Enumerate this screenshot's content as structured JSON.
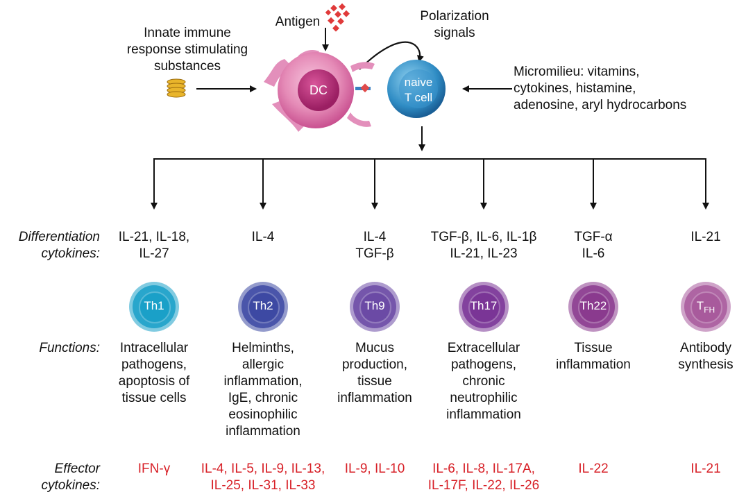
{
  "top": {
    "antigen": "Antigen",
    "polarization": [
      "Polarization",
      "signals"
    ],
    "innate": [
      "Innate immune",
      "response stimulating",
      "substances"
    ],
    "micro": [
      "Micromilieu: vitamins,",
      "cytokines, histamine,",
      "adenosine, aryl hydrocarbons"
    ],
    "dc": "DC",
    "naive": [
      "naive",
      "T cell"
    ]
  },
  "row_labels": {
    "diff": [
      "Differentiation",
      "cytokines:"
    ],
    "functions": "Functions:",
    "effector": [
      "Effector",
      "cytokines:"
    ]
  },
  "subsets": [
    {
      "name": "Th1",
      "color": "#1aa0c8",
      "diff": [
        "IL-21, IL-18,",
        "IL-27"
      ],
      "func": [
        "Intracellular",
        "pathogens,",
        "apoptosis of",
        "tissue cells"
      ],
      "eff": [
        "IFN-γ"
      ]
    },
    {
      "name": "Th2",
      "color": "#3d49a3",
      "diff": [
        "IL-4"
      ],
      "func": [
        "Helminths,",
        "allergic",
        "inflammation,",
        "IgE, chronic",
        "eosinophilic",
        "inflammation"
      ],
      "eff": [
        "IL-4, IL-5, IL-9, IL-13,",
        "IL-25, IL-31, IL-33"
      ]
    },
    {
      "name": "Th9",
      "color": "#6b4aa5",
      "diff": [
        "IL-4",
        "TGF-β"
      ],
      "func": [
        "Mucus",
        "production,",
        "tissue",
        "inflammation"
      ],
      "eff": [
        "IL-9, IL-10"
      ]
    },
    {
      "name": "Th17",
      "color": "#7a3596",
      "diff": [
        "TGF-β, IL-6, IL-1β",
        "IL-21, IL-23"
      ],
      "func": [
        "Extracellular",
        "pathogens,",
        "chronic",
        "neutrophilic",
        "inflammation"
      ],
      "eff": [
        "IL-6, IL-8, IL-17A,",
        "IL-17F, IL-22, IL-26"
      ]
    },
    {
      "name": "Th22",
      "color": "#8a3a8e",
      "diff": [
        "TGF-α",
        "IL-6"
      ],
      "func": [
        "Tissue",
        "inflammation"
      ],
      "eff": [
        "IL-22"
      ]
    },
    {
      "name": "T",
      "sub": "FH",
      "color": "#a85a9c",
      "diff": [
        "IL-21"
      ],
      "func": [
        "Antibody",
        "synthesis"
      ],
      "eff": [
        "IL-21"
      ]
    }
  ]
}
